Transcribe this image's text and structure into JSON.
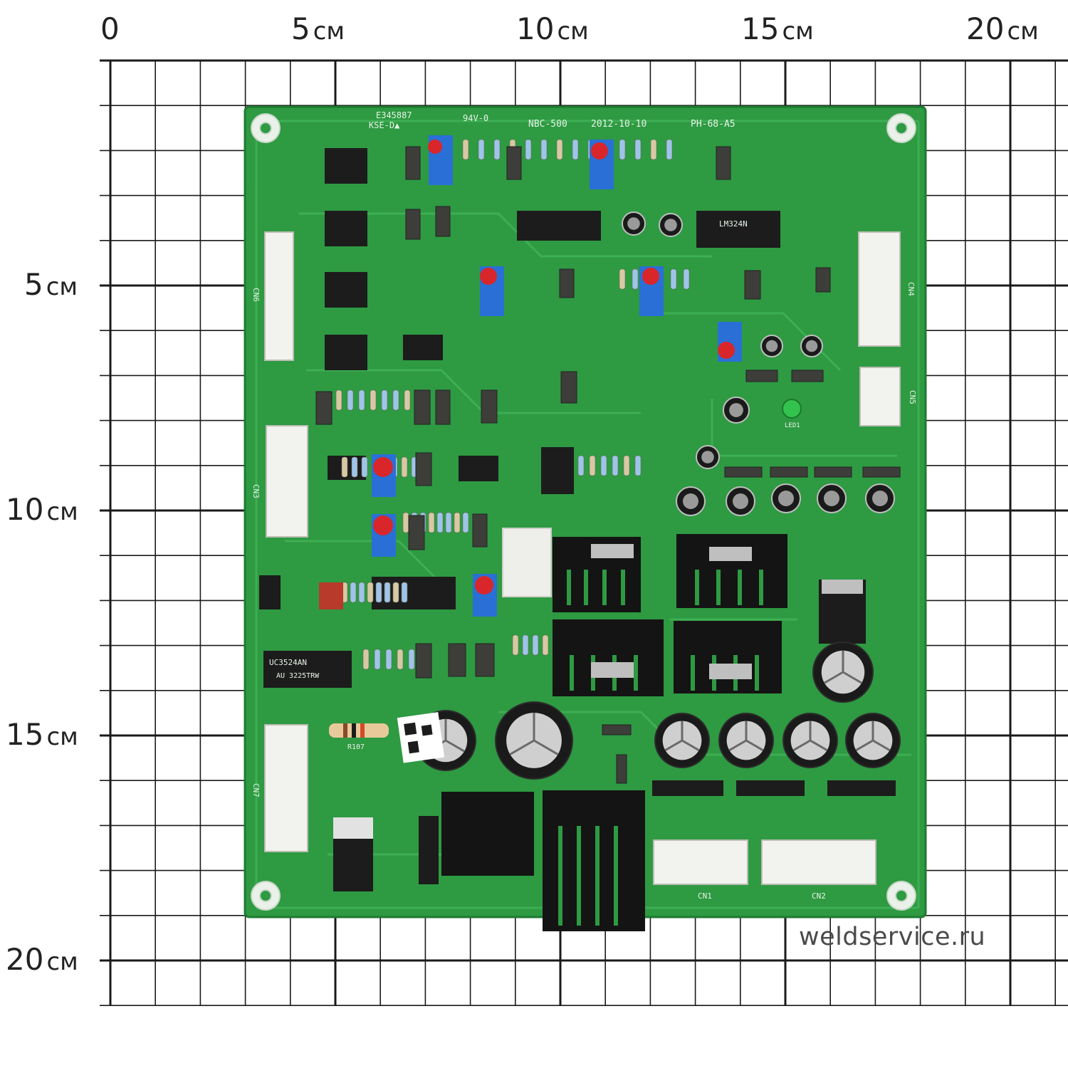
{
  "scale": {
    "top_labels": [
      {
        "num": "0",
        "unit": ""
      },
      {
        "num": "5",
        "unit": "см"
      },
      {
        "num": "10",
        "unit": "см"
      },
      {
        "num": "15",
        "unit": "см"
      },
      {
        "num": "20",
        "unit": "см"
      }
    ],
    "left_labels": [
      {
        "num": "5",
        "unit": "см"
      },
      {
        "num": "10",
        "unit": "см"
      },
      {
        "num": "15",
        "unit": "см"
      },
      {
        "num": "20",
        "unit": "см"
      }
    ]
  },
  "board": {
    "silkscreen": {
      "header_left_1": "E345887",
      "header_left_2": "KSE-D▲",
      "header_rating": "94V-0",
      "model": "NBC-500",
      "date": "2012-10-10",
      "part": "PH-68-A5",
      "ic_main": "UC3524AN",
      "ic_main_code": "AU 3225TRW",
      "ic_comparator": "LM324N",
      "connectors": [
        "CN1",
        "CN2",
        "CN3",
        "CN4",
        "CN5",
        "CN6",
        "CN7"
      ],
      "led": "LED1",
      "resistor": "R107"
    },
    "colors": {
      "pcb": "#2e9a42",
      "pcb_dark": "#1f7a30",
      "trace": "#3fb356",
      "silk": "#e8f3e8",
      "connector": "#f2f2ee",
      "ic": "#1c1c1c",
      "trimmer_body": "#2a6fd6",
      "trimmer_knob": "#d9262a",
      "heatsink": "#141414",
      "capacitor": "#1a1a1a"
    }
  },
  "watermark": "weldservice.ru"
}
